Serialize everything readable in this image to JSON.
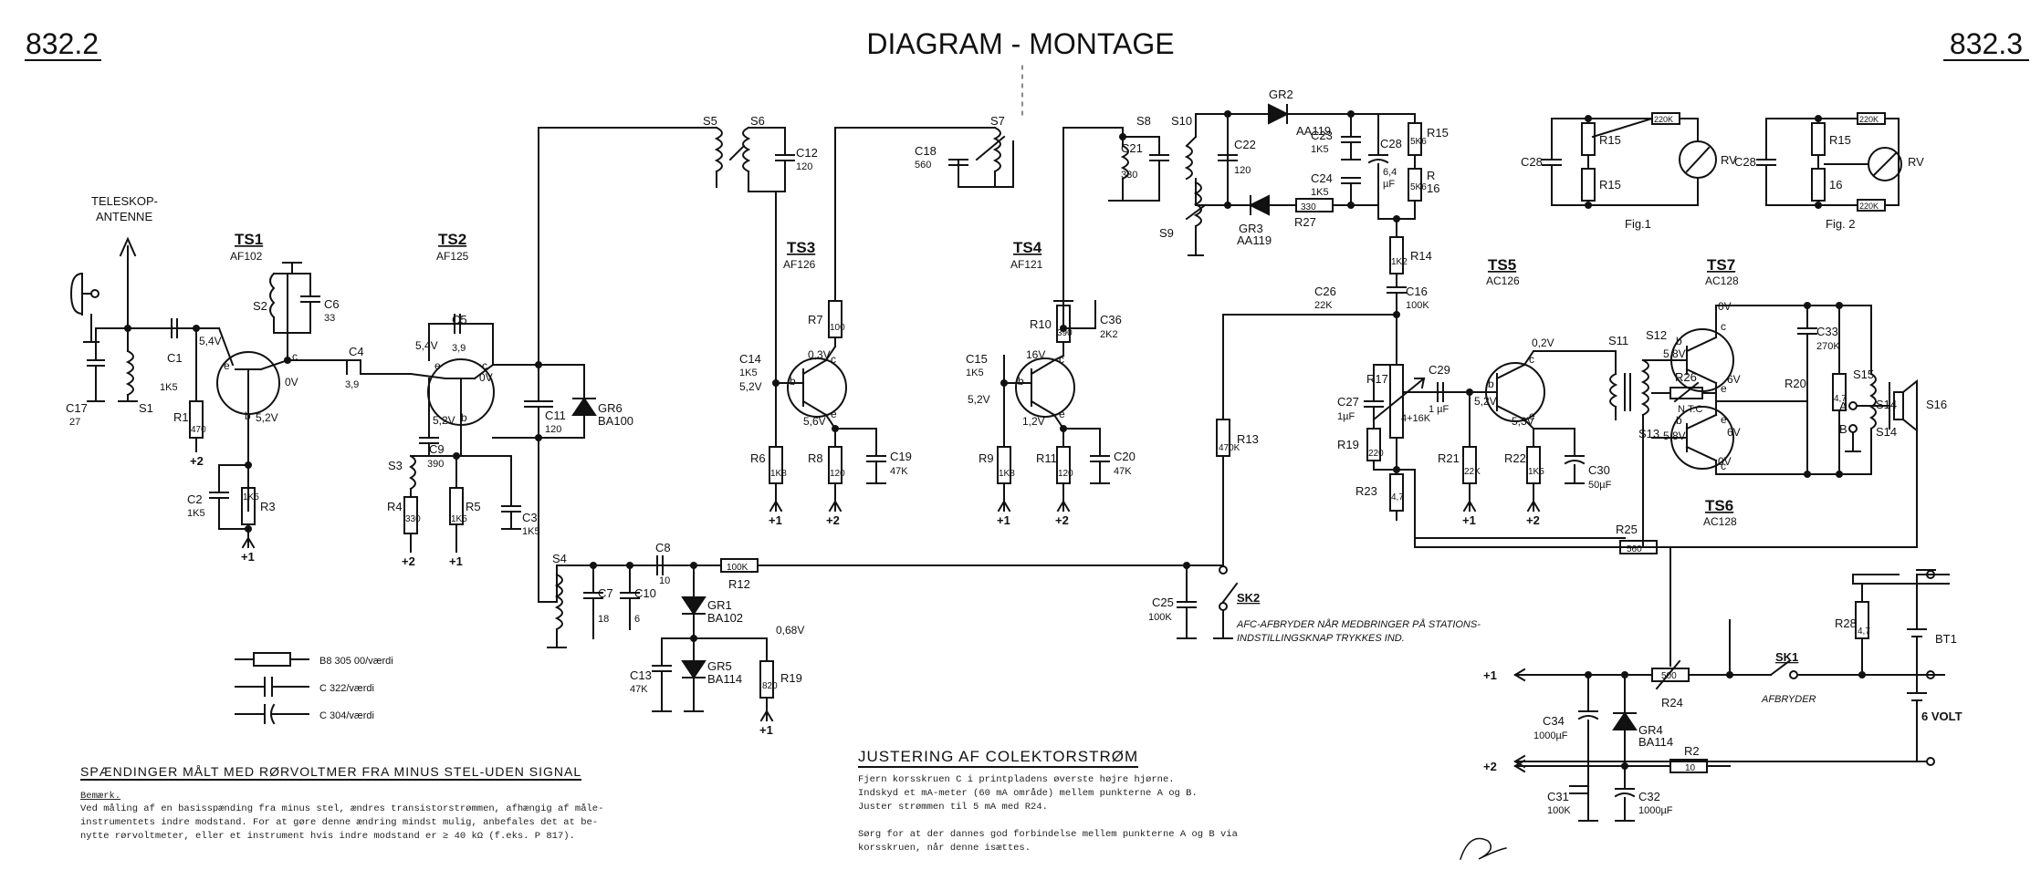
{
  "header": {
    "left": "832.2",
    "center": "DIAGRAM - MONTAGE",
    "right": "832.3"
  },
  "antenna": {
    "line1": "TELESKOP-",
    "line2": "ANTENNE"
  },
  "transistors": [
    {
      "id": "TS1",
      "type": "AF102"
    },
    {
      "id": "TS2",
      "type": "AF125"
    },
    {
      "id": "TS3",
      "type": "AF126"
    },
    {
      "id": "TS4",
      "type": "AF121"
    },
    {
      "id": "TS5",
      "type": "AC126"
    },
    {
      "id": "TS6",
      "type": "AC128"
    },
    {
      "id": "TS7",
      "type": "AC128"
    }
  ],
  "components": {
    "c1": "C1",
    "c1v": "1K5",
    "c17": "C17",
    "c17v": "27",
    "s1": "S1",
    "r1": "R1",
    "r1v": "470",
    "c2": "C2",
    "c2v": "1K5",
    "r3": "R3",
    "r3v": "1K5",
    "s2": "S2",
    "c6": "C6",
    "c6v": "33",
    "c4": "C4",
    "c4v": "3,9",
    "c5": "C5",
    "c5v": "3,9",
    "c9": "C9",
    "c9v": "390",
    "s3": "S3",
    "r4": "R4",
    "r4v": "330",
    "r5": "R5",
    "r5v": "1K5",
    "c3": "C3",
    "c3v": "1K5",
    "c11": "C11",
    "c11v": "120",
    "gr6": "GR6",
    "gr6v": "BA100",
    "s5": "S5",
    "s6": "S6",
    "c12": "C12",
    "c12v": "120",
    "c14": "C14",
    "c14v": "1K5",
    "r7": "R7",
    "r7v": "100",
    "r6": "R6",
    "r6v": "1K8",
    "r8": "R8",
    "r8v": "120",
    "c19": "C19",
    "c19v": "47K",
    "c18": "C18",
    "c18v": "560",
    "s7": "S7",
    "c15": "C15",
    "c15v": "1K5",
    "r10": "R10",
    "r10v": "390",
    "c36": "C36",
    "c36v": "2K2",
    "r9": "R9",
    "r9v": "1K8",
    "r11": "R11",
    "r11v": "120",
    "c20": "C20",
    "c20v": "47K",
    "s8": "S8",
    "c21": "C21",
    "c21v": "330",
    "s10": "S10",
    "s9": "S9",
    "c22": "C22",
    "c22v": "120",
    "gr2": "GR2",
    "gr2v": "AA119",
    "c23": "C23",
    "c23v": "1K5",
    "c24": "C24",
    "c24v": "1K5",
    "gr3": "GR3",
    "gr3v": "AA119",
    "r27": "R27",
    "r27v": "330",
    "c28": "C28",
    "c28v": "6,4",
    "c28u": "µF",
    "r15": "R15",
    "r15v": "5K6",
    "r16": "R",
    "r16b": "16",
    "r16v": "5K6",
    "r14": "R14",
    "r14v": "1K2",
    "c26": "C26",
    "c26v": "22K",
    "c16": "C16",
    "c16v": "100K",
    "r13": "R13",
    "r13v": "470K",
    "r17": "R17",
    "r17v": "4+16K",
    "c29": "C29",
    "c29v": "1 µF",
    "c27": "C27",
    "c27v": "1µF",
    "r19": "R19",
    "r19v": "220",
    "r23": "R23",
    "r23v": "4,7",
    "r21": "R21",
    "r21v": "22K",
    "r22": "R22",
    "r22v": "1K5",
    "c30": "C30",
    "c30v": "50µF",
    "s11": "S11",
    "s12": "S12",
    "s13": "S13",
    "r26": "R26",
    "ntc": "N.T.C",
    "c33": "C33",
    "c33v": "270K",
    "r20": "R20",
    "r20v": "4,7",
    "s15": "S15",
    "s14": "S14",
    "s14b": "S14",
    "s16": "S16",
    "pa": "A",
    "pb": "B",
    "r25": "R25",
    "r25v": "560",
    "s4": "S4",
    "c7": "C7",
    "c7v": "18",
    "c10": "C10",
    "c10v": "6",
    "c8": "C8",
    "c8v": "10",
    "r12": "R12",
    "r12v": "100K",
    "gr1": "GR1",
    "gr1v": "BA102",
    "gr5": "GR5",
    "gr5v": "BA114",
    "r19b": "R19",
    "r19bv": "820",
    "c13": "C13",
    "c13v": "47K",
    "c25": "C25",
    "c25v": "100K",
    "sk2": "SK2",
    "r28": "R28",
    "r28v": "4,7",
    "bt1": "BT1",
    "bat": "6 VOLT",
    "sk1": "SK1",
    "afbryder": "AFBRYDER",
    "r24": "R24",
    "r24v": "500",
    "c34": "C34",
    "c34v": "1000µF",
    "gr4": "GR4",
    "gr4v": "BA114",
    "r2": "R2",
    "r2v": "10",
    "c31": "C31",
    "c31v": "100K",
    "c32": "C32",
    "c32v": "1000µF",
    "rv": "RV",
    "r220": "220K",
    "fig1": "Fig.1",
    "fig2": "Fig. 2"
  },
  "voltages": [
    "5,4V",
    "0V",
    "5,2V",
    "5,4V",
    "0V",
    "5,2V",
    "0,3V",
    "5,2V",
    "5,6V",
    "16V",
    "5,2V",
    "1,2V",
    "0,2V",
    "5,2V",
    "5,3V",
    "0,68V",
    "0V",
    "5,8V",
    "6V",
    "6V",
    "5,8V",
    "0V"
  ],
  "supply": [
    "+1",
    "+2"
  ],
  "pins": [
    "b",
    "c",
    "e"
  ],
  "afc_note": {
    "line1": "AFC-AFBRYDER NÅR MEDBRINGER PÅ STATIONS-",
    "line2": "INDSTILLINGSKNAP TRYKKES IND."
  },
  "legend": [
    {
      "text": "B8 305 00/værdi"
    },
    {
      "text": "C 322/værdi"
    },
    {
      "text": "C 304/værdi"
    }
  ],
  "notes_left": {
    "title": "SPÆNDINGER MÅLT MED RØRVOLTMER FRA MINUS STEL-UDEN SIGNAL",
    "heading": "Bemærk.",
    "body": "Ved måling af en basisspænding fra minus stel, ændres transistorstrømmen, afhængig af måle-\ninstrumentets indre modstand. For at gøre denne ændring mindst mulig, anbefales det at be-\nnytte rørvoltmeter, eller et instrument hvis indre modstand er ≥ 40 kΩ (f.eks. P 817)."
  },
  "notes_right": {
    "title": "JUSTERING AF COLEKTORSTRØM",
    "body": "Fjern korsskruen C i printpladens øverste højre hjørne.\nIndskyd et mA-meter (60 mA område) mellem punkterne A og B.\nJuster strømmen til 5 mA med R24.\n\nSørg for at der dannes god forbindelse mellem punkterne A og B via\nkorsskruen, når denne isættes."
  }
}
